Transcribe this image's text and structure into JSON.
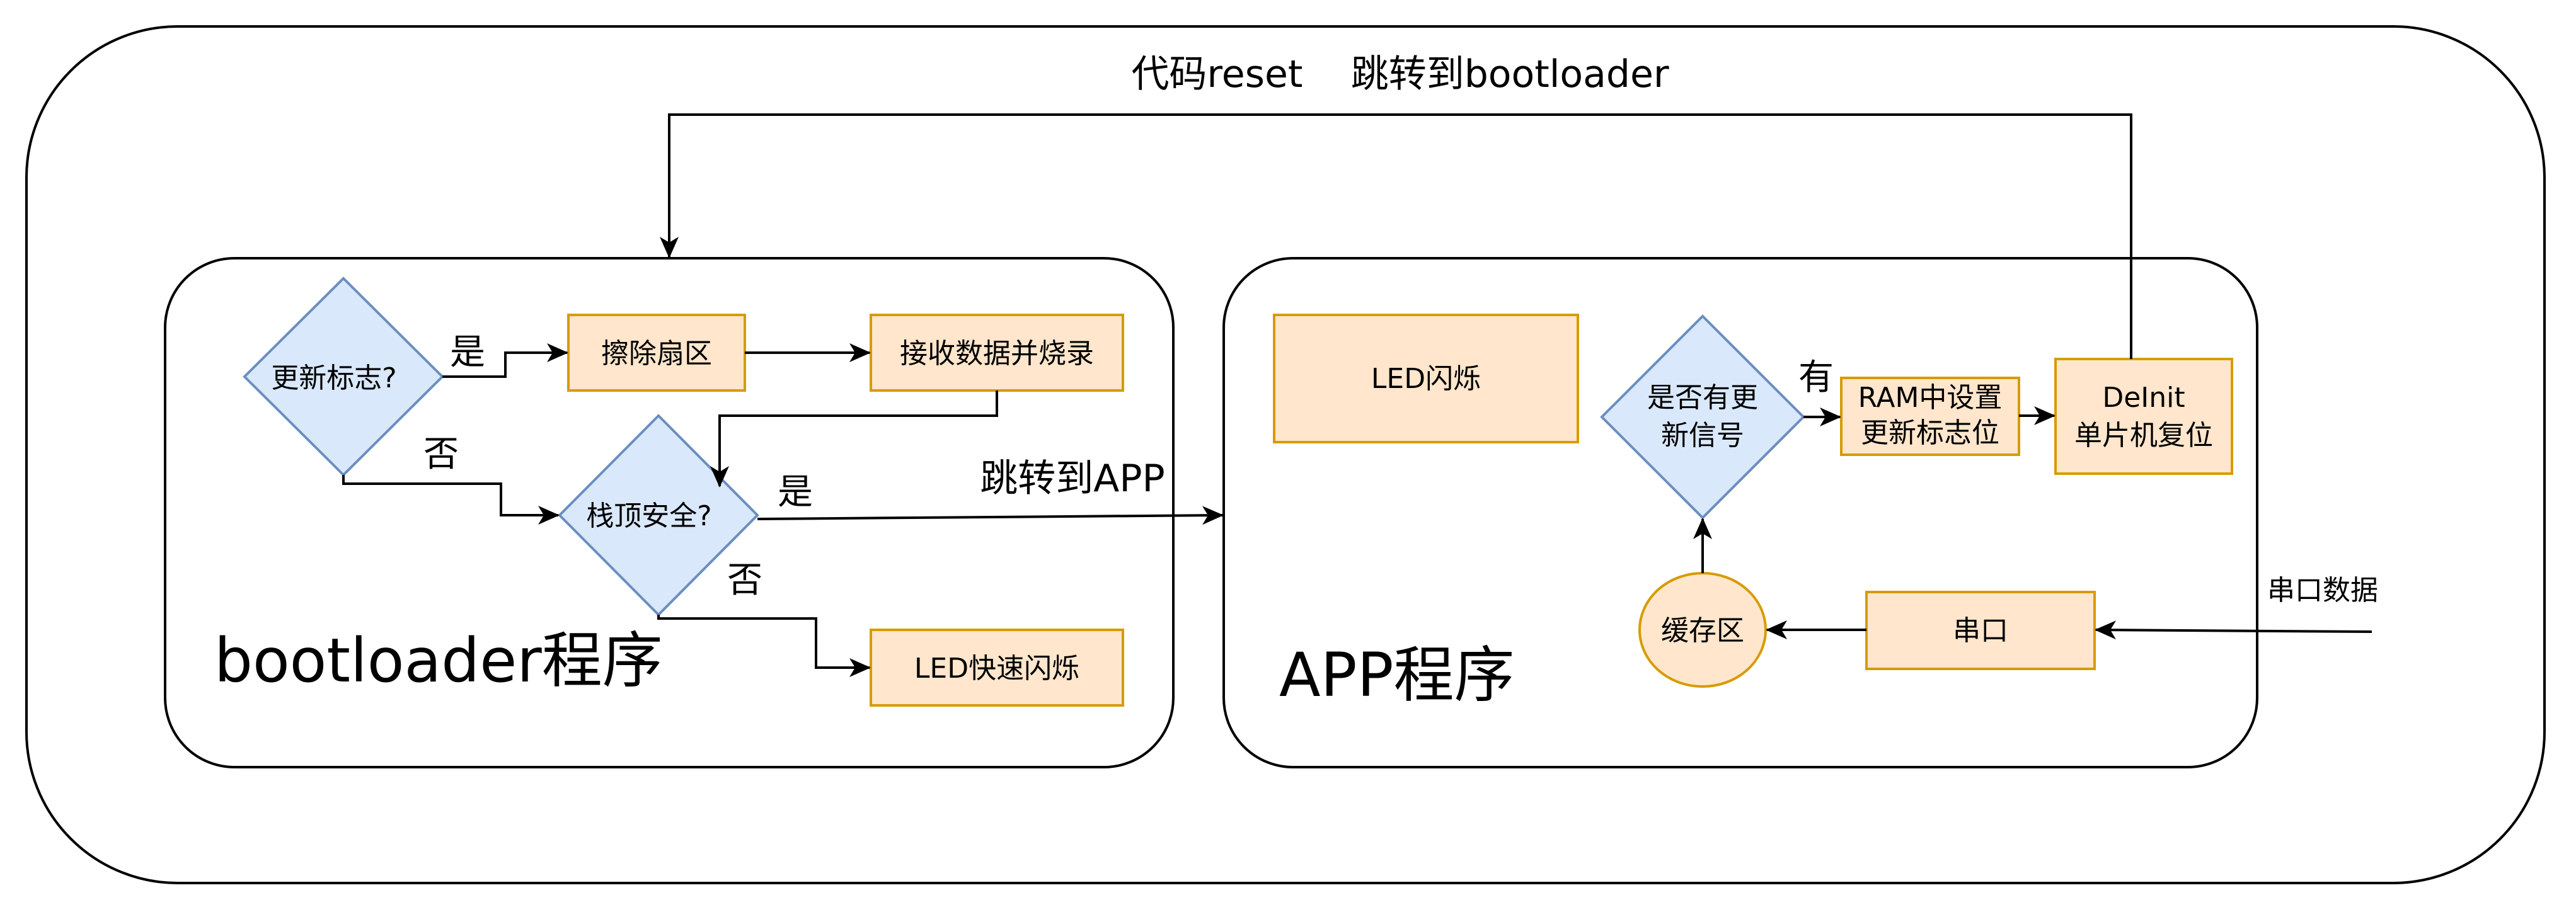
{
  "colors": {
    "decision_fill": "#dae8fc",
    "decision_stroke": "#6c8ebf",
    "process_fill": "#ffe6cc",
    "process_stroke": "#d79b00",
    "line": "#000000",
    "background": "#ffffff"
  },
  "top_label": "代码reset    跳转到bootloader",
  "bootloader": {
    "title": "bootloader程序",
    "update_flag_decision": "更新标志?",
    "erase_sector": "擦除扇区",
    "receive_and_burn": "接收数据并烧录",
    "stack_top_decision": "栈顶安全?",
    "led_fast_blink": "LED快速闪烁",
    "label_yes_1": "是",
    "label_no_1": "否",
    "label_yes_2": "是",
    "label_no_2": "否"
  },
  "jump_to_app_label": "跳转到APP",
  "app": {
    "title": "APP程序",
    "led_blink": "LED闪烁",
    "update_signal_decision": [
      "是否有更",
      "新信号"
    ],
    "label_has": "有",
    "ram_set_flag": [
      "RAM中设置",
      "更新标志位"
    ],
    "deinit_reset": [
      "DeInit",
      "单片机复位"
    ],
    "buffer": "缓存区",
    "serial_port": "串口"
  },
  "serial_data_label": "串口数据"
}
